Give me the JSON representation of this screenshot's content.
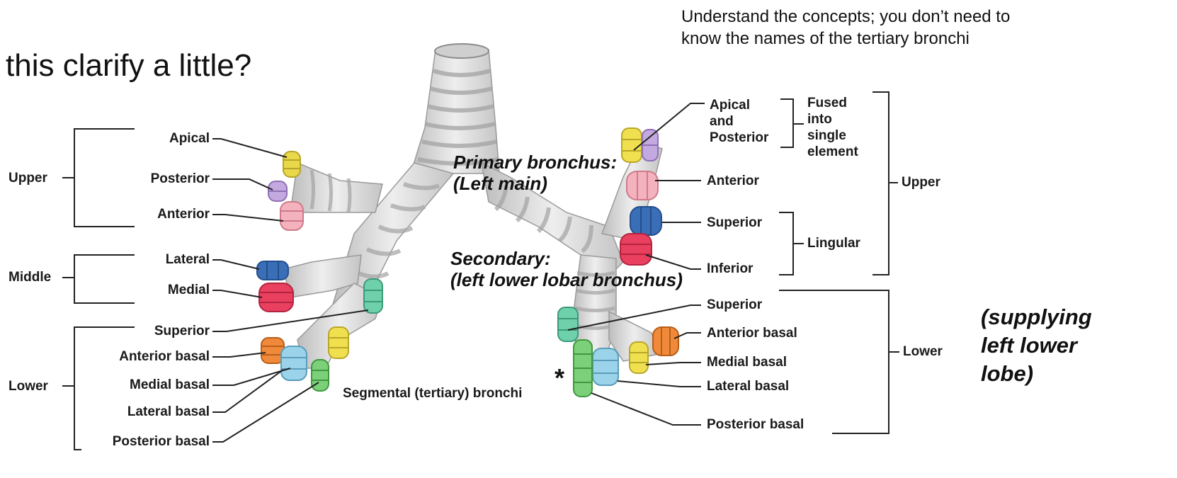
{
  "heading": "this clarify a little?",
  "note": "Understand the concepts; you don’t need to know the names of the tertiary bronchi",
  "annotations": {
    "primary_line1": "Primary bronchus:",
    "primary_line2": "(Left main)",
    "secondary_line1": "Secondary:",
    "secondary_line2": "(left  lower lobar bronchus)",
    "supplying_line1": "(supplying",
    "supplying_line2": "left lower",
    "supplying_line3": "lobe)",
    "asterisk": "*"
  },
  "right_lung": {
    "groups": {
      "upper": "Upper",
      "middle": "Middle",
      "lower": "Lower"
    },
    "segments": {
      "apical": "Apical",
      "posterior": "Posterior",
      "anterior": "Anterior",
      "lateral": "Lateral",
      "medial": "Medial",
      "superior": "Superior",
      "anterior_basal": "Anterior basal",
      "medial_basal": "Medial basal",
      "lateral_basal": "Lateral basal",
      "posterior_basal": "Posterior basal"
    }
  },
  "left_lung": {
    "groups": {
      "upper": "Upper",
      "lingular": "Lingular",
      "lower": "Lower"
    },
    "fused": [
      "Fused",
      "into",
      "single",
      "element"
    ],
    "apical_posterior": [
      "Apical",
      "and",
      "Posterior"
    ],
    "segments": {
      "anterior": "Anterior",
      "superior": "Superior",
      "inferior": "Inferior",
      "lower_superior": "Superior",
      "anterior_basal": "Anterior basal",
      "medial_basal": "Medial basal",
      "lateral_basal": "Lateral basal",
      "posterior_basal": "Posterior basal"
    }
  },
  "center_label": "Segmental (tertiary) bronchi",
  "colors": {
    "apical": "#e8d84a",
    "posterior": "#b79ad6",
    "anterior": "#f0a7b3",
    "lateral": "#3a6fb8",
    "medial": "#e8405e",
    "superior": "#5ec4a0",
    "anterior_basal": "#f08a3a",
    "medial_basal": "#8ccde8",
    "posterior_basal": "#6cc46a",
    "airway": "#d9d9d9",
    "airway_ring": "#a8a8a8"
  }
}
